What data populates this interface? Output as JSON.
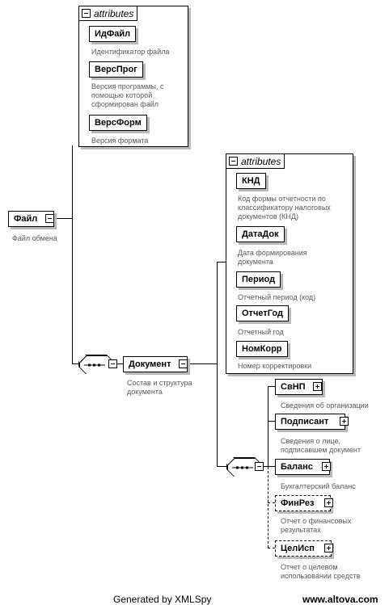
{
  "root": {
    "name": "Файл",
    "description": "Файл обмена"
  },
  "root_attributes": {
    "title": "attributes",
    "items": [
      {
        "name": "ИдФайл",
        "description": "Идентификатор файла"
      },
      {
        "name": "ВерсПрог",
        "description": "Версия программы, с помощью которой сформирован файл"
      },
      {
        "name": "ВерсФорм",
        "description": "Версия формата"
      }
    ]
  },
  "document": {
    "name": "Документ",
    "description": "Состав и структура документа"
  },
  "document_attributes": {
    "title": "attributes",
    "items": [
      {
        "name": "КНД",
        "description": "Код формы отчетности по классификатору налоговых документов (КНД)"
      },
      {
        "name": "ДатаДок",
        "description": "Дата формирования документа"
      },
      {
        "name": "Период",
        "description": "Отчетный период (код)"
      },
      {
        "name": "ОтчетГод",
        "description": "Отчетный год"
      },
      {
        "name": "НомКорр",
        "description": "Номер корректировки"
      }
    ]
  },
  "document_children": [
    {
      "name": "СвНП",
      "description": "Сведения об организации",
      "optional": false
    },
    {
      "name": "Подписант",
      "description": "Сведения о лице, подписавшем документ",
      "optional": false
    },
    {
      "name": "Баланс",
      "description": "Бухгалтерский баланс",
      "optional": false
    },
    {
      "name": "ФинРез",
      "description": "Отчет о финансовых результатах",
      "optional": true
    },
    {
      "name": "ЦелИсп",
      "description": "Отчет о целевом использовании средств",
      "optional": true
    }
  ],
  "footer": {
    "left": "Generated by XMLSpy",
    "right": "www.altova.com"
  }
}
